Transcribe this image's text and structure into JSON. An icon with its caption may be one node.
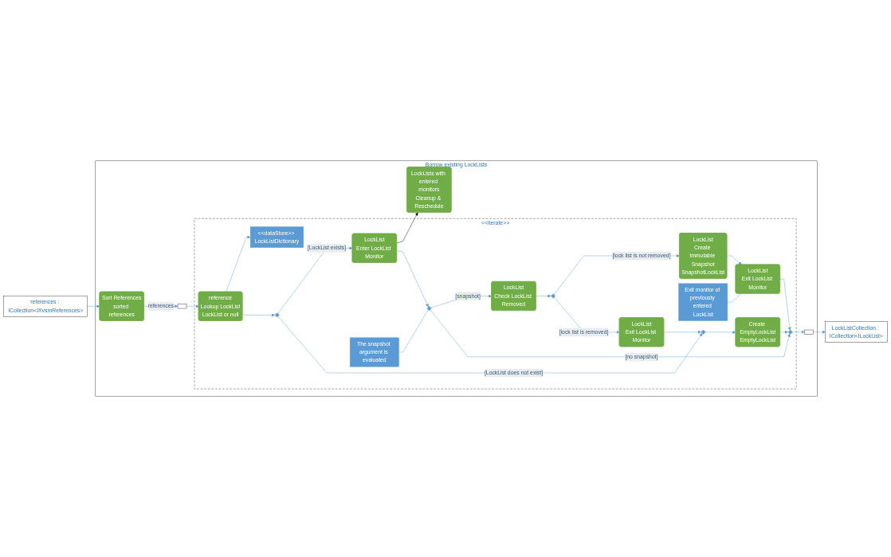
{
  "diagram": {
    "nodes": [
      {
        "text": [
          "Borrow existing LockLists"
        ]
      },
      {
        "text": [
          "references : ICollection<IXvsmReferences>"
        ]
      },
      {
        "text": [
          "Sort References",
          "sorted references"
        ],
        "in": 0
      },
      {
        "text": [
          "<<iterate>>"
        ],
        "in": 0
      },
      {
        "text": [],
        "shape": "box",
        "in": 0
      },
      {
        "text": [
          "reference",
          "Lookup LockList",
          "LockList or null"
        ],
        "in": 3
      },
      {
        "text": [
          "<<dataStore>> LockListDictionary"
        ],
        "in": 3
      },
      {
        "text": [],
        "shape": "diamond",
        "in": 3
      },
      {
        "text": [
          "LockList",
          "Enter LockList Monitor"
        ],
        "in": 3
      },
      {
        "text": [
          "LockLists with entered monitors",
          "Cleanup & Reschedule"
        ],
        "in": 0
      },
      {
        "text": [
          "The snapshot argument is evaluated"
        ],
        "in": 3
      },
      {
        "text": [],
        "shape": "diamond",
        "in": 3
      },
      {
        "text": [
          "LockList",
          "Create Immutable Snapshot",
          "SnapshotLockList"
        ],
        "in": 3
      },
      {
        "text": [
          "LockList",
          "Check LockList Removed"
        ],
        "in": 3
      },
      {
        "text": [],
        "shape": "diamond",
        "in": 3
      },
      {
        "text": [
          "Exit monitor of previously entered LockList"
        ],
        "in": 3
      },
      {
        "text": [
          "LockList",
          "Exit LockList Monitor"
        ],
        "in": 3
      },
      {
        "text": [
          "LockList",
          "Exit LockList Monitor"
        ],
        "in": 3
      },
      {
        "text": [],
        "shape": "diamond",
        "in": 3
      },
      {
        "text": [
          "Create EmptyLockList",
          "EmptyLockList"
        ],
        "in": 3
      },
      {
        "text": [],
        "shape": "diamond",
        "in": 3
      },
      {
        "text": [],
        "shape": "box",
        "in": 0
      },
      {
        "text": [
          "LockListCollection : ICollection<ILockList>"
        ]
      }
    ],
    "edges": [
      {
        "from": 1,
        "to": 2,
        "arrow": "to"
      },
      {
        "from": 2,
        "to": 4,
        "arrow": "to",
        "label": "references"
      },
      {
        "from": 4,
        "to": 5,
        "arrow": "to"
      },
      {
        "from": 5,
        "to": 6,
        "arrow": "to"
      },
      {
        "from": 5,
        "to": 7,
        "arrow": "to"
      },
      {
        "from": 7,
        "to": 8,
        "arrow": "to",
        "label": "[LockList exists]"
      },
      {
        "from": 7,
        "to": 18,
        "arrow": "to",
        "label": "[LockList does not exist]"
      },
      {
        "from": 8,
        "to": 9,
        "arrow": "to",
        "color": "#000000"
      },
      {
        "from": 8,
        "to": 11,
        "arrow": "to"
      },
      {
        "from": 10,
        "to": 11,
        "arrow": "none"
      },
      {
        "from": 11,
        "to": 13,
        "arrow": "to",
        "label": "[snapshot]"
      },
      {
        "from": 11,
        "to": 20,
        "arrow": "to",
        "label": "[no snapshot]"
      },
      {
        "from": 13,
        "to": 14,
        "arrow": "to"
      },
      {
        "from": 14,
        "to": 12,
        "arrow": "to",
        "label": "[lock list is not removed]"
      },
      {
        "from": 14,
        "to": 17,
        "arrow": "to",
        "label": "[lock list is removed]"
      },
      {
        "from": 12,
        "to": 16,
        "arrow": "to"
      },
      {
        "from": 15,
        "to": 16,
        "arrow": "none"
      },
      {
        "from": 16,
        "to": 20,
        "arrow": "to"
      },
      {
        "from": 17,
        "to": 18,
        "arrow": "to"
      },
      {
        "from": 18,
        "to": 19,
        "arrow": "to"
      },
      {
        "from": 19,
        "to": 20,
        "arrow": "to"
      },
      {
        "from": 20,
        "to": 21,
        "arrow": "to"
      },
      {
        "from": 21,
        "to": 22,
        "arrow": "to"
      }
    ]
  }
}
